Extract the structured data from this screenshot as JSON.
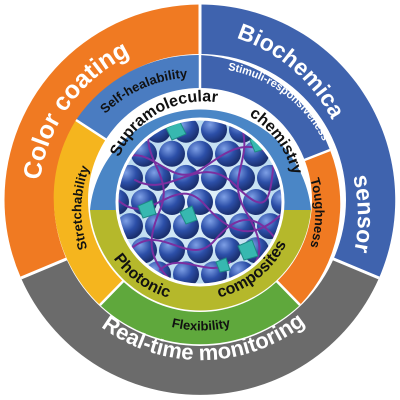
{
  "outer_ring": [
    {
      "label": "Color coating",
      "color": "#f07a22"
    },
    {
      "label": "Biochemical",
      "color": "#3f63ae"
    },
    {
      "label": "sensor",
      "color": "#3f63ae"
    },
    {
      "label": "Real-time monitoring",
      "color": "#6b6b6b"
    }
  ],
  "middle_ring": [
    {
      "label": "Self-healability",
      "color": "#4a7cc1"
    },
    {
      "label": "Stimuli-responsiveness",
      "color": "#3f63ae"
    },
    {
      "label": "Toughness",
      "color": "#f07a22"
    },
    {
      "label": "Flexibility",
      "color": "#5fa83c"
    },
    {
      "label": "Stretchability",
      "color": "#f5b51e"
    }
  ],
  "inner_ring": [
    {
      "label": "Supramolecular",
      "color": "#4a86c6"
    },
    {
      "label": "chemistry",
      "color": "#4a86c6"
    },
    {
      "label": "Photonic",
      "color": "#b5b82b"
    },
    {
      "label": "composites",
      "color": "#b5b82b"
    }
  ],
  "colors": {
    "text_light": "#ffffff",
    "text_dark": "#111111",
    "core_bg": "#cfe6f5",
    "sphere": "#2c4fa8",
    "chain": "#7a2fa0",
    "crystal": "#37b8b0"
  }
}
